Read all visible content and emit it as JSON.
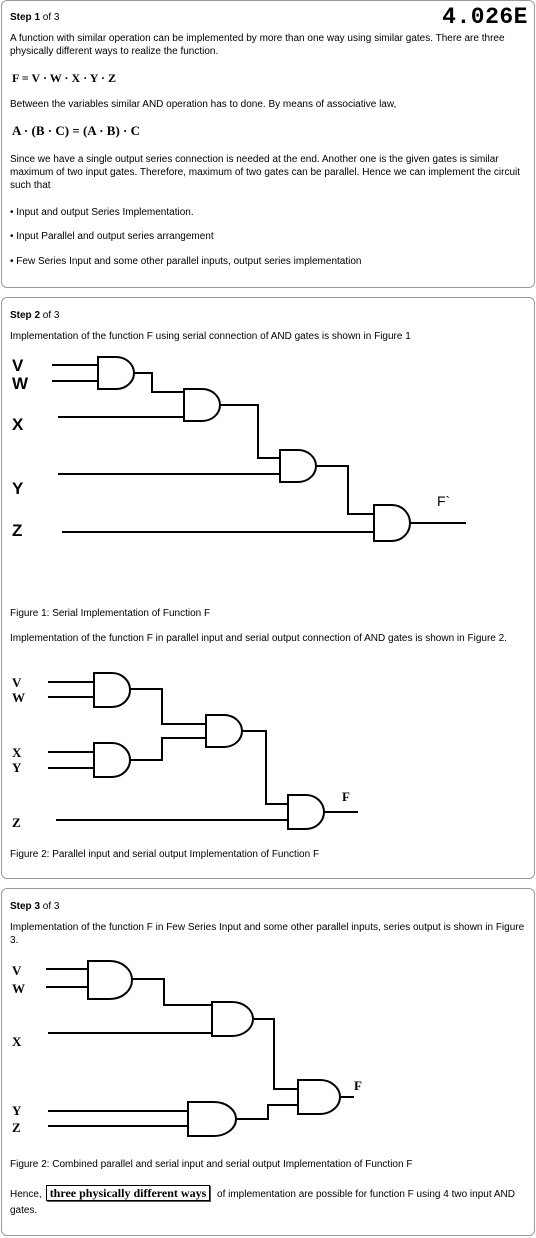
{
  "problem_code": "4.026E",
  "step1": {
    "label_bold": "Step 1",
    "label_rest": " of 3",
    "para1": "A function with similar operation can be implemented by more than one way using similar gates. There are three physically different ways to realize the function.",
    "equation1": "F = V · W · X · Y · Z",
    "para2": "Between the variables similar AND operation has to done. By means of associative law,",
    "equation2": "A · (B · C) = (A · B) · C",
    "para3": "Since we have a single output series connection is needed at the end. Another one is the given gates is similar maximum of two input gates. Therefore, maximum of two gates can be parallel. Hence we can implement the circuit such that",
    "bullets": [
      "• Input and output Series Implementation.",
      "• Input Parallel and output series arrangement",
      "• Few Series Input and some other parallel inputs, output series implementation"
    ]
  },
  "step2": {
    "label_bold": "Step 2",
    "label_rest": " of 3",
    "intro": "Implementation of the function F using serial connection of AND gates is shown in Figure 1",
    "fig1_labels": {
      "v": "V",
      "w": "W",
      "x": "X",
      "y": "Y",
      "z": "Z",
      "f": "F`"
    },
    "caption1": "Figure 1: Serial Implementation of Function F",
    "intro2": "Implementation of the function F in parallel input and serial output connection of AND gates is shown in Figure 2.",
    "fig2_labels": {
      "v": "V",
      "w": "W",
      "x": "X",
      "y": "Y",
      "z": "Z",
      "f": "F"
    },
    "caption2": "Figure 2: Parallel input and serial output Implementation of Function F"
  },
  "step3": {
    "label_bold": "Step 3",
    "label_rest": " of 3",
    "intro": "Implementation of the function F in Few Series Input and some other parallel inputs, series output is shown in Figure 3.",
    "fig3_labels": {
      "v": "V",
      "w": "W",
      "x": "X",
      "y": "Y",
      "z": "Z",
      "f": "F"
    },
    "caption": "Figure 2: Combined parallel and serial input and serial output Implementation of Function F",
    "conclusion_pre": "Hence,",
    "conclusion_answer": "three physically different ways",
    "conclusion_post": " of implementation are possible for function F using 4 two input AND gates."
  }
}
